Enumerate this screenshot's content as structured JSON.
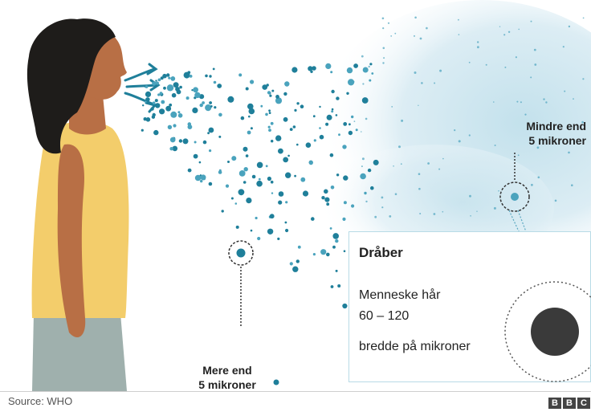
{
  "labels": {
    "small_line1": "Mindre end",
    "small_line2": "5 mikroner",
    "large_line1": "Mere end",
    "large_line2": "5 mikroner"
  },
  "card": {
    "title": "Dråber",
    "line1": "Menneske hår",
    "line2": "60 – 120",
    "line3": "bredde på mikroner"
  },
  "footer": {
    "source": "Source: WHO",
    "logo": [
      "B",
      "B",
      "C"
    ]
  },
  "colors": {
    "droplet": "#1f7f9a",
    "droplet_light": "#4aa3bd",
    "mist": "#cfe8f1",
    "skin": "#b86f45",
    "hair": "#1e1c1a",
    "shirt": "#f3cd6b",
    "trousers": "#9fb0ad",
    "hair_dot": "#3a3a3a"
  }
}
